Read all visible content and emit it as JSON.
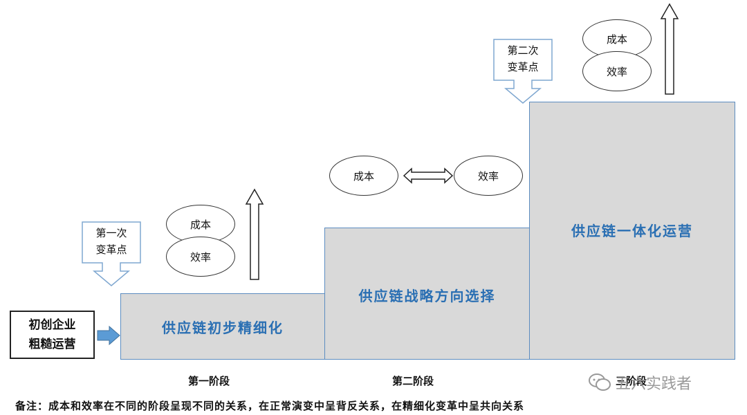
{
  "start": {
    "line1": "初创企业",
    "line2": "粗糙运营"
  },
  "steps": [
    {
      "label": "供应链初步精细化"
    },
    {
      "label": "供应链战略方向选择"
    },
    {
      "label": "供应链一体化运营"
    }
  ],
  "callouts": [
    {
      "line1": "第一次",
      "line2": "变革点"
    },
    {
      "line1": "第二次",
      "line2": "变革点"
    }
  ],
  "relations": {
    "cost": "成本",
    "efficiency": "效率"
  },
  "stages": [
    "第一阶段",
    "第二阶段",
    "三阶段"
  ],
  "watermark": "五六实践者",
  "note": "备注：成本和效率在不同的阶段呈现不同的关系，在正常演变中呈背反关系，在精细化变革中呈共向关系",
  "colors": {
    "step_fill": "#d9d9d9",
    "step_border": "#5b8cc0",
    "step_text": "#2a6fb3",
    "arrow_blue": "#5b9bd5"
  }
}
